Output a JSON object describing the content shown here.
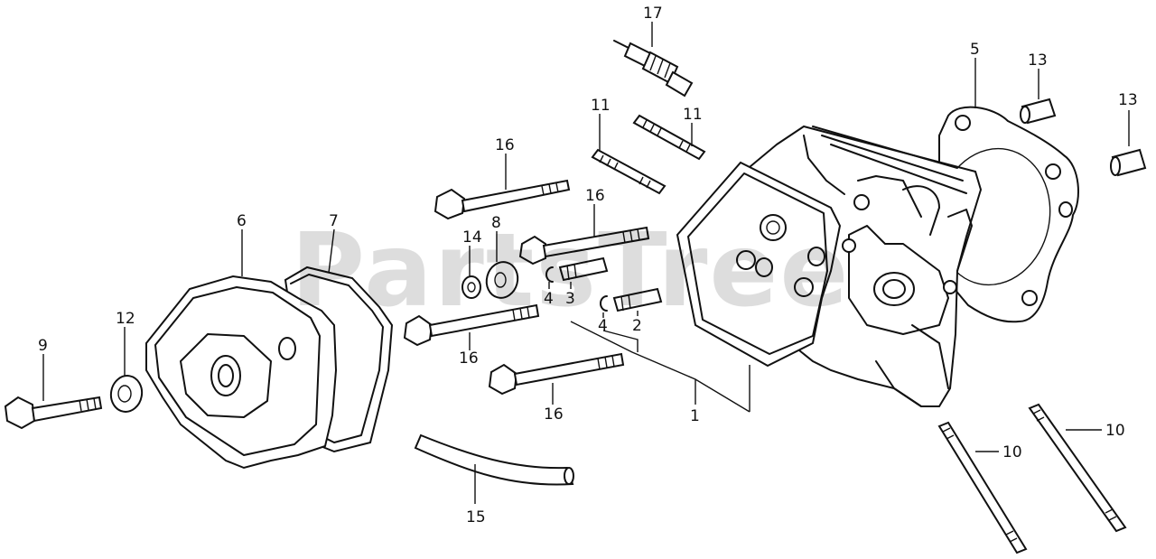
{
  "watermark": "PartsTree",
  "callouts": [
    {
      "id": "17",
      "text": "17"
    },
    {
      "id": "5",
      "text": "5"
    },
    {
      "id": "13a",
      "text": "13"
    },
    {
      "id": "13b",
      "text": "13"
    },
    {
      "id": "11a",
      "text": "11"
    },
    {
      "id": "11b",
      "text": "11"
    },
    {
      "id": "16a",
      "text": "16"
    },
    {
      "id": "16b",
      "text": "16"
    },
    {
      "id": "16c",
      "text": "16"
    },
    {
      "id": "16d",
      "text": "16"
    },
    {
      "id": "6",
      "text": "6"
    },
    {
      "id": "7",
      "text": "7"
    },
    {
      "id": "8",
      "text": "8"
    },
    {
      "id": "14",
      "text": "14"
    },
    {
      "id": "4a",
      "text": "4"
    },
    {
      "id": "3",
      "text": "3"
    },
    {
      "id": "4b",
      "text": "4"
    },
    {
      "id": "2",
      "text": "2"
    },
    {
      "id": "12",
      "text": "12"
    },
    {
      "id": "9",
      "text": "9"
    },
    {
      "id": "1",
      "text": "1"
    },
    {
      "id": "15",
      "text": "15"
    },
    {
      "id": "10a",
      "text": "10"
    },
    {
      "id": "10b",
      "text": "10"
    }
  ]
}
